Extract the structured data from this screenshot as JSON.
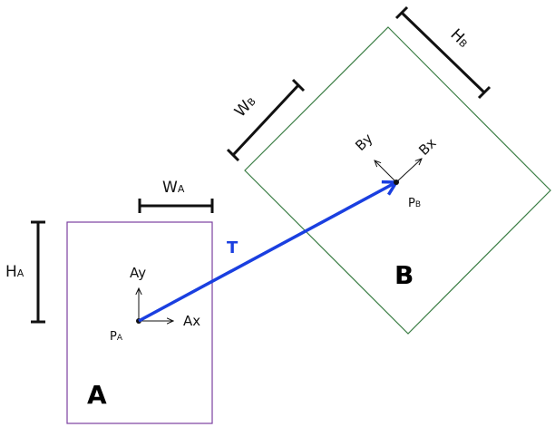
{
  "labels": {
    "box_a": "A",
    "box_b": "B",
    "ha_main": "H",
    "ha_sub": "A",
    "wa_main": "W",
    "wa_sub": "A",
    "hb_main": "H",
    "hb_sub": "B",
    "wb_main": "W",
    "wb_sub": "B",
    "pa_main": "P",
    "pa_sub": "A",
    "pb_main": "P",
    "pb_sub": "B",
    "ax": "Ax",
    "ay": "Ay",
    "bx": "Bx",
    "by": "By",
    "transform": "T"
  },
  "colors": {
    "box_a_border": "#7b3fa0",
    "box_b_border": "#3a7d44",
    "transform_arrow": "#1a3fe0",
    "ink": "#111111"
  }
}
